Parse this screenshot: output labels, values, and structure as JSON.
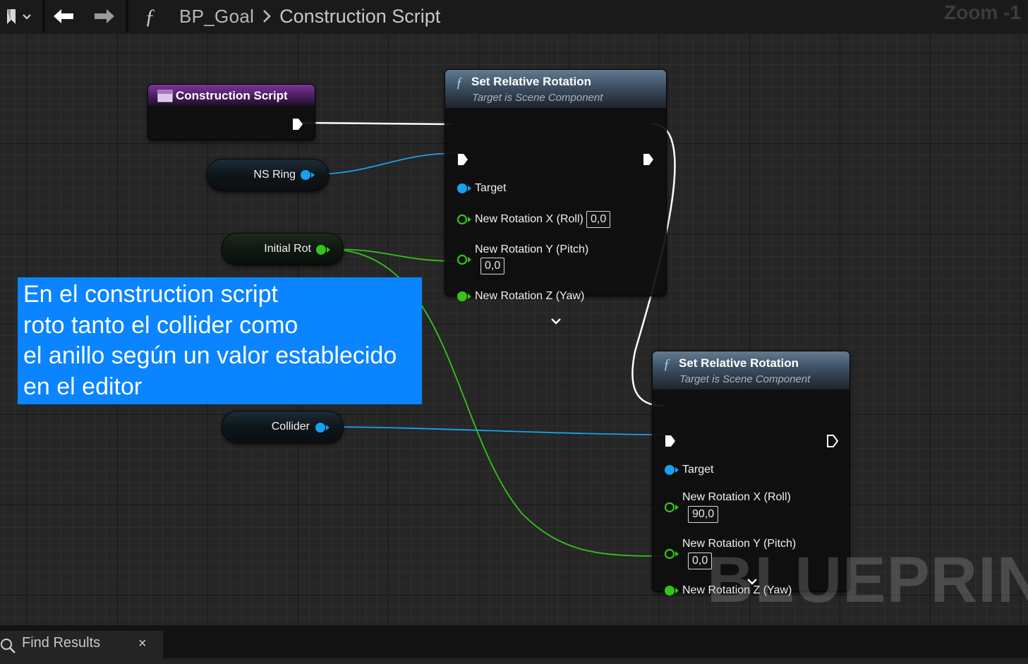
{
  "toolbar": {
    "breadcrumb_root": "BP_Goal",
    "breadcrumb_current": "Construction Script",
    "zoom": "Zoom -1"
  },
  "nodes": {
    "entry": {
      "title": "Construction Script"
    },
    "set_rot_1": {
      "title": "Set Relative Rotation",
      "subtitle": "Target is Scene Component",
      "target_label": "Target",
      "rx_label": "New Rotation X (Roll)",
      "rx_value": "0,0",
      "ry_label": "New Rotation Y (Pitch)",
      "ry_value": "0,0",
      "rz_label": "New Rotation Z (Yaw)"
    },
    "set_rot_2": {
      "title": "Set Relative Rotation",
      "subtitle": "Target is Scene Component",
      "target_label": "Target",
      "rx_label": "New Rotation X (Roll)",
      "rx_value": "90,0",
      "ry_label": "New Rotation Y (Pitch)",
      "ry_value": "0,0",
      "rz_label": "New Rotation Z (Yaw)"
    },
    "var_ns_ring": {
      "label": "NS Ring"
    },
    "var_initial_rot": {
      "label": "Initial Rot"
    },
    "var_collider": {
      "label": "Collider"
    }
  },
  "note": {
    "text": "En el construction script\nroto tanto el collider como\nel anillo según un valor establecido\nen el editor"
  },
  "watermark": "BLUEPRINT",
  "bottom": {
    "find_results_label": "Find Results",
    "close_glyph": "×"
  },
  "colors": {
    "object_pin": "#1aa0f0",
    "float_pin": "#35c41a",
    "exec_wire": "#ffffff",
    "note_bg": "#0a84ff",
    "entry_header": "#6b2a8a"
  }
}
